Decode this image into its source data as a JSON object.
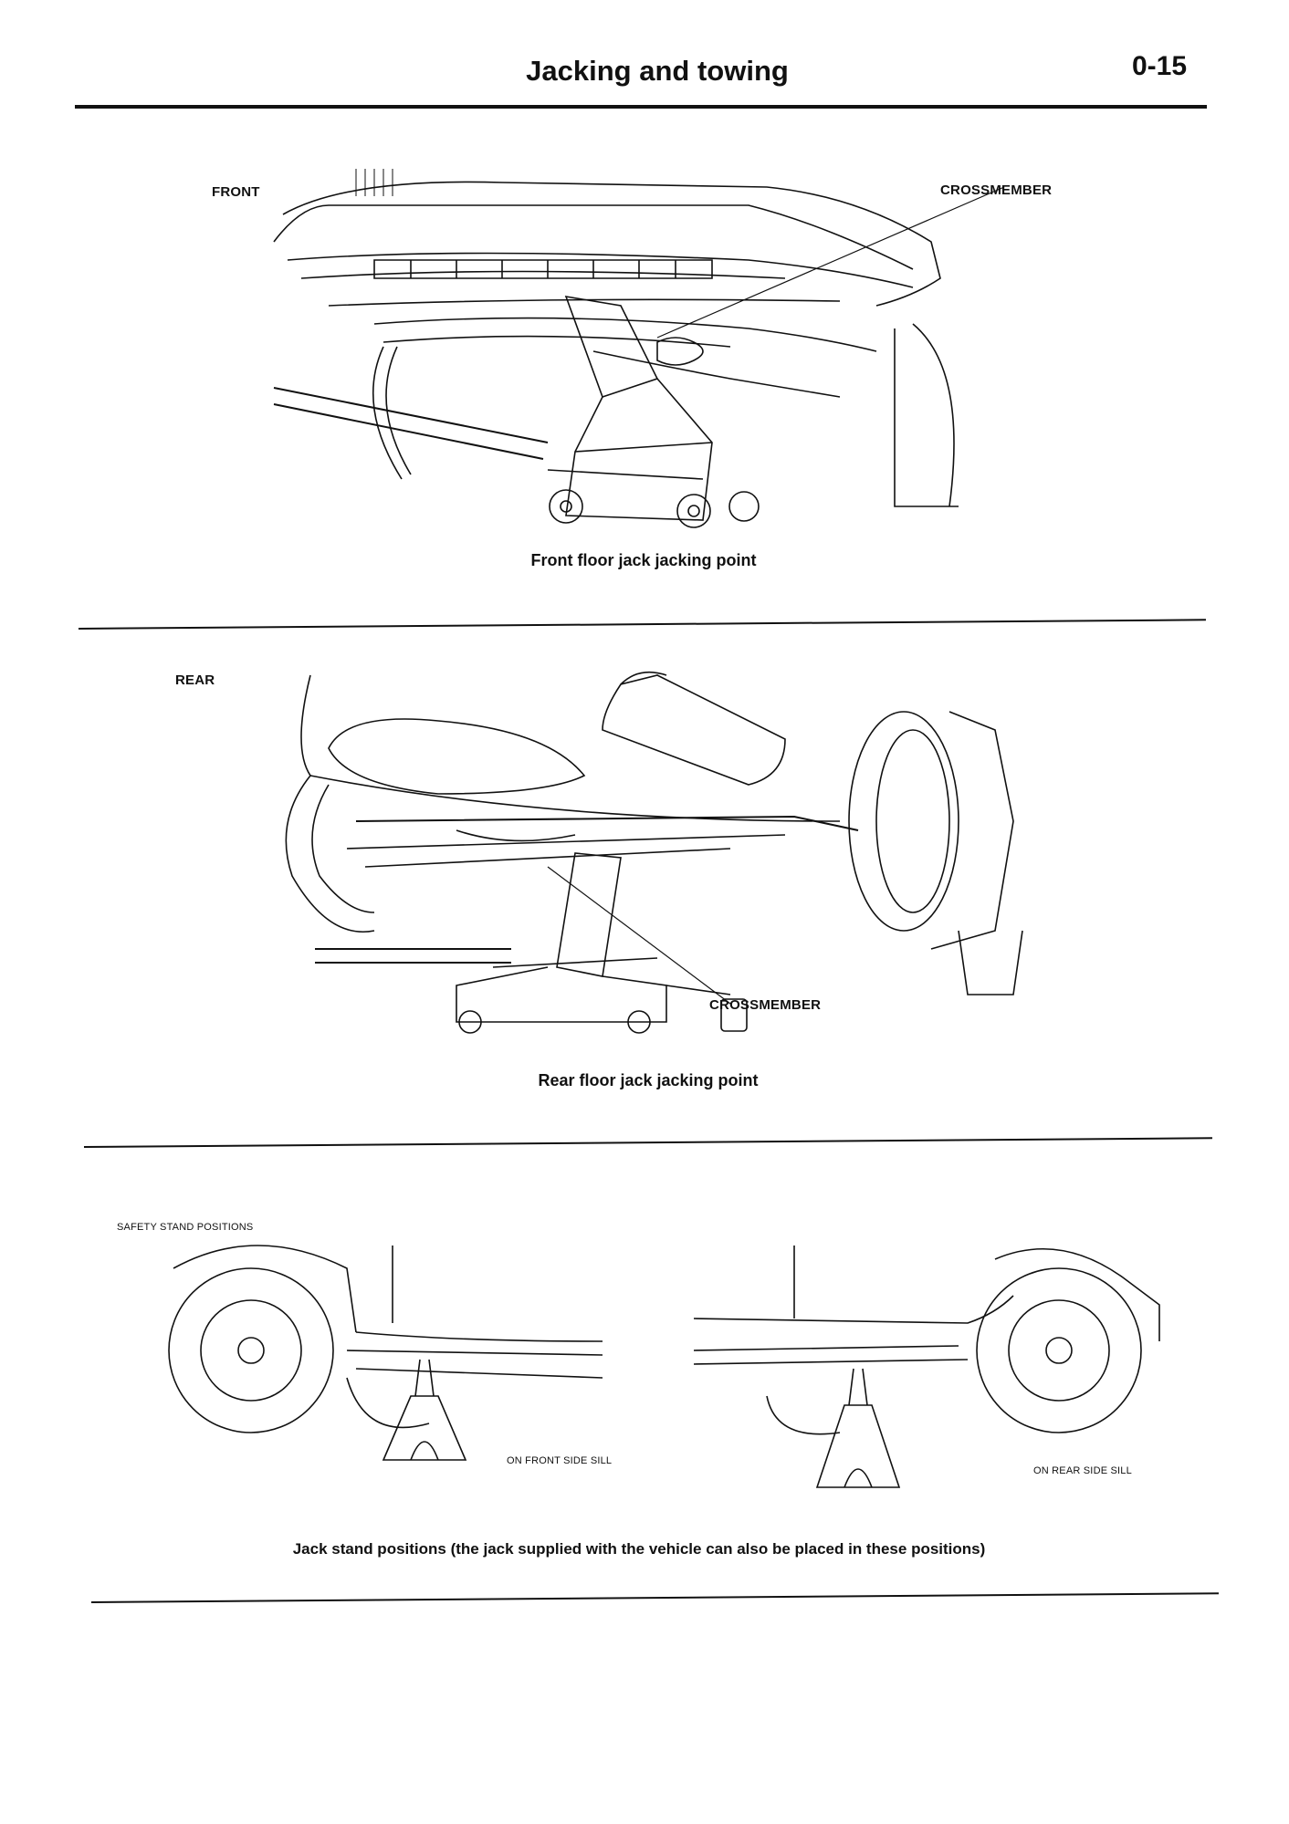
{
  "header": {
    "title": "Jacking and towing",
    "page_number": "0-15"
  },
  "sections": {
    "front": {
      "side_label": "FRONT",
      "callout": "CROSSMEMBER",
      "caption": "Front floor jack jacking point"
    },
    "rear": {
      "side_label": "REAR",
      "callout": "CROSSMEMBER",
      "caption": "Rear floor jack jacking point"
    },
    "stands": {
      "heading": "SAFETY STAND POSITIONS",
      "left_label": "ON FRONT SIDE SILL",
      "right_label": "ON REAR SIDE SILL",
      "caption": "Jack stand positions (the jack supplied with the vehicle can also be placed in these positions)"
    }
  }
}
